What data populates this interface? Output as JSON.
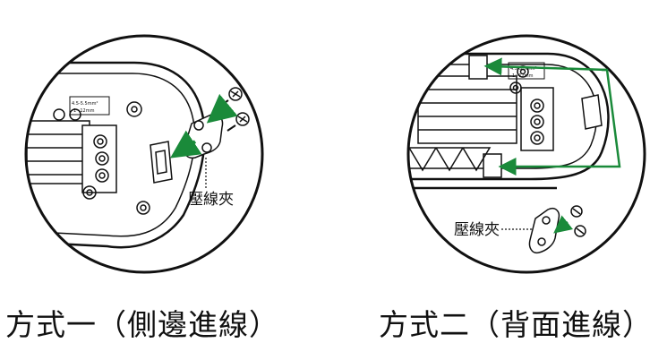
{
  "left_panel": {
    "callout_label": "壓線夾",
    "caption": "方式一（側邊進線）",
    "tiny_label_1": "4.5-5.5mm²",
    "tiny_label_2": "1~12mm"
  },
  "right_panel": {
    "callout_label": "壓線夾",
    "caption": "方式二（背面進線）",
    "tiny_label_1": "4.5-5.5mm²",
    "tiny_label_2": "1~12mm"
  },
  "colors": {
    "arrow": "#1a8a3a",
    "outline": "#111111"
  }
}
